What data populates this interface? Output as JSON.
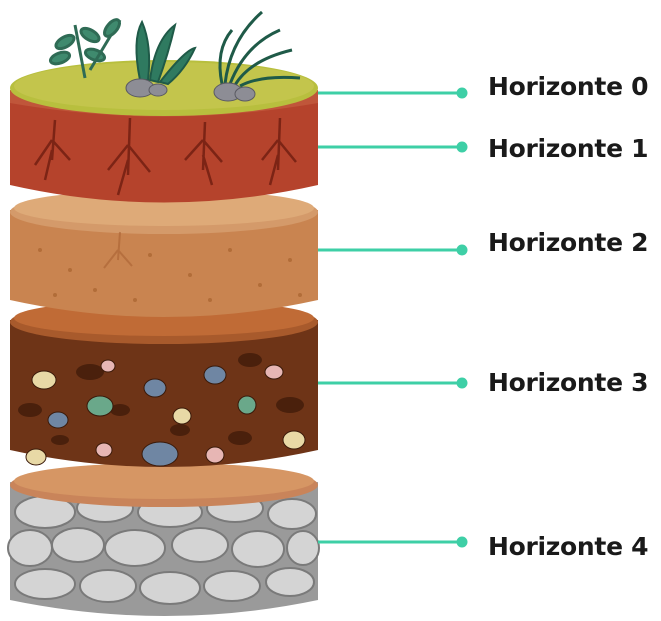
{
  "diagram": {
    "leader_color": "#3ecfa6",
    "layers": [
      {
        "id": "h0",
        "label": "Horizonte 0",
        "color": "#b8bf3e",
        "material": "organic topsoil with plants"
      },
      {
        "id": "h1",
        "label": "Horizonte 1",
        "color": "#b5432c",
        "material": "topsoil with roots"
      },
      {
        "id": "h2",
        "label": "Horizonte 2",
        "color": "#cf8f5a",
        "material": "subsoil"
      },
      {
        "id": "h3",
        "label": "Horizonte 3",
        "color": "#7a3b1c",
        "material": "weathered rock fragments"
      },
      {
        "id": "h4",
        "label": "Horizonte 4",
        "color": "#bfbfbf",
        "material": "bedrock"
      }
    ]
  }
}
